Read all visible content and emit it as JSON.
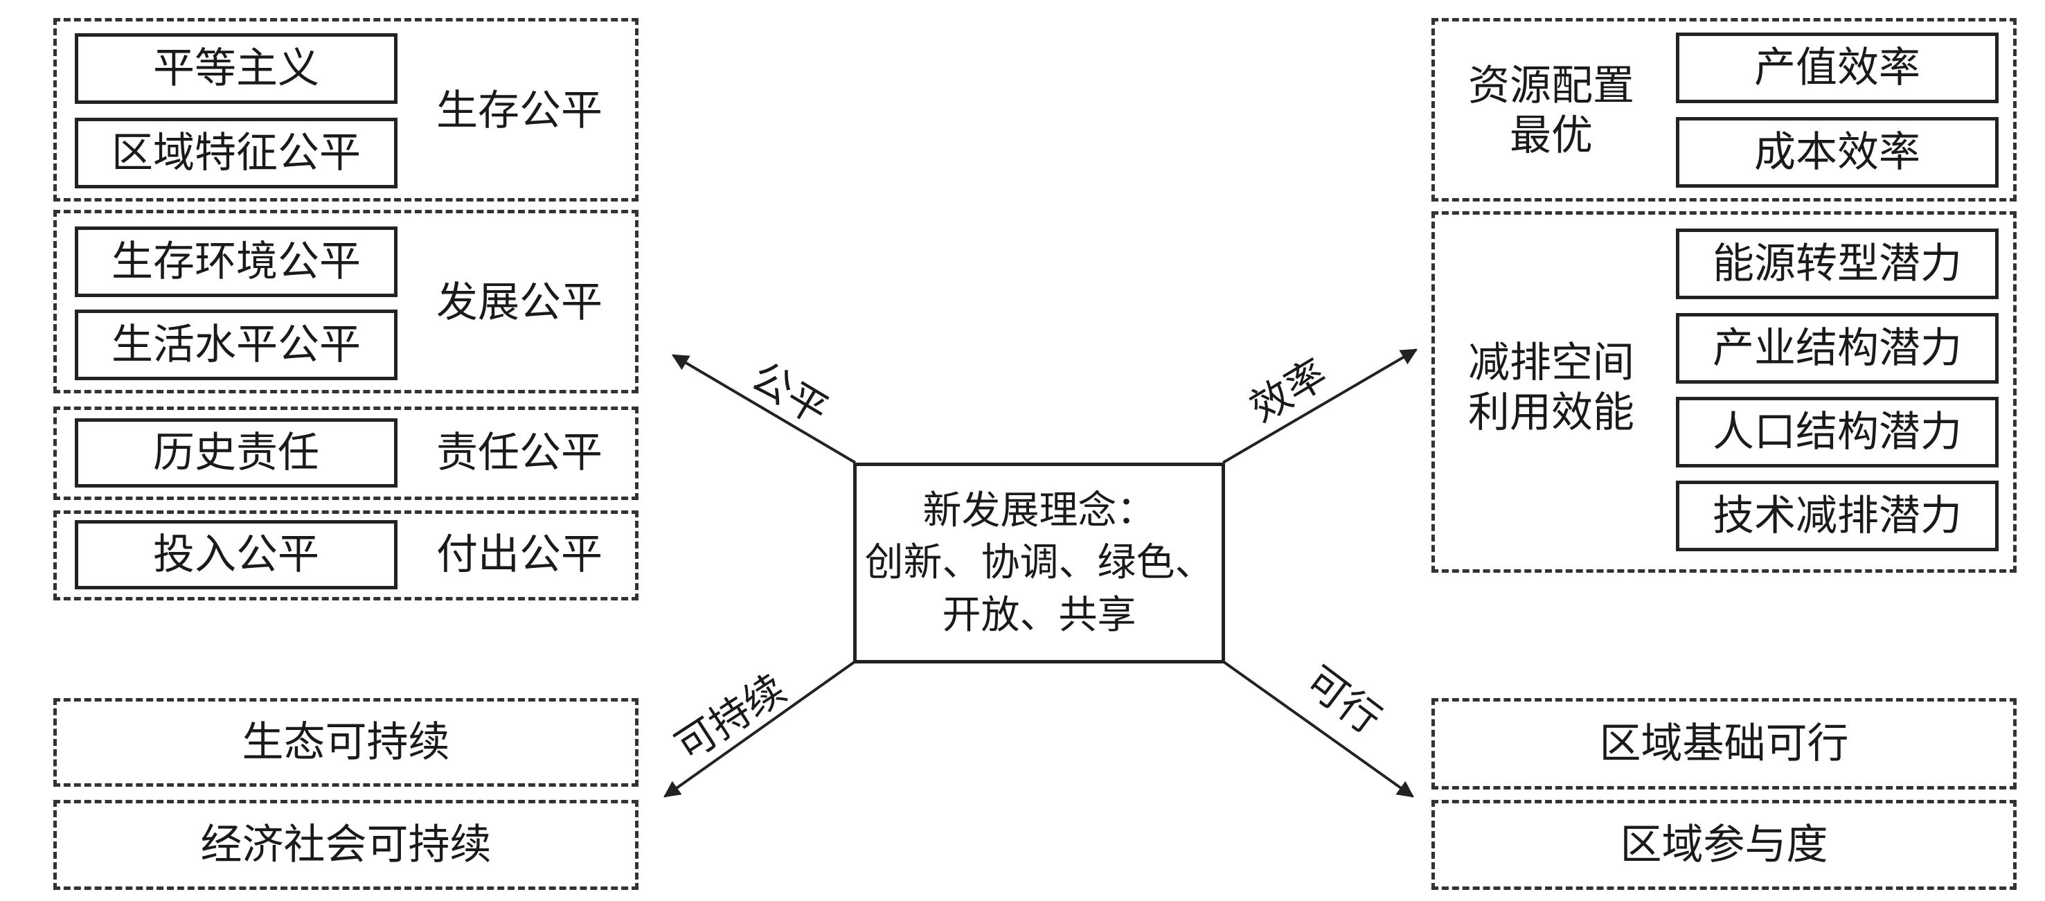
{
  "center": {
    "line1": "新发展理念：",
    "line2": "创新、协调、绿色、",
    "line3": "开放、共享"
  },
  "arrows": {
    "fairness": "公平",
    "efficiency": "效率",
    "sustainability": "可持续",
    "feasibility": "可行"
  },
  "fairness_groups": [
    {
      "label": "生存公平",
      "items": [
        "平等主义",
        "区域特征公平"
      ]
    },
    {
      "label": "发展公平",
      "items": [
        "生存环境公平",
        "生活水平公平"
      ]
    },
    {
      "label": "责任公平",
      "items": [
        "历史责任"
      ]
    },
    {
      "label": "付出公平",
      "items": [
        "投入公平"
      ]
    }
  ],
  "efficiency_groups": [
    {
      "label_line1": "资源配置",
      "label_line2": "最优",
      "items": [
        "产值效率",
        "成本效率"
      ]
    },
    {
      "label_line1": "减排空间",
      "label_line2": "利用效能",
      "items": [
        "能源转型潜力",
        "产业结构潜力",
        "人口结构潜力",
        "技术减排潜力"
      ]
    }
  ],
  "sustainability_items": [
    "生态可持续",
    "经济社会可持续"
  ],
  "feasibility_items": [
    "区域基础可行",
    "区域参与度"
  ],
  "colors": {
    "line": "#222222",
    "dash": "#333333",
    "background": "#ffffff"
  }
}
